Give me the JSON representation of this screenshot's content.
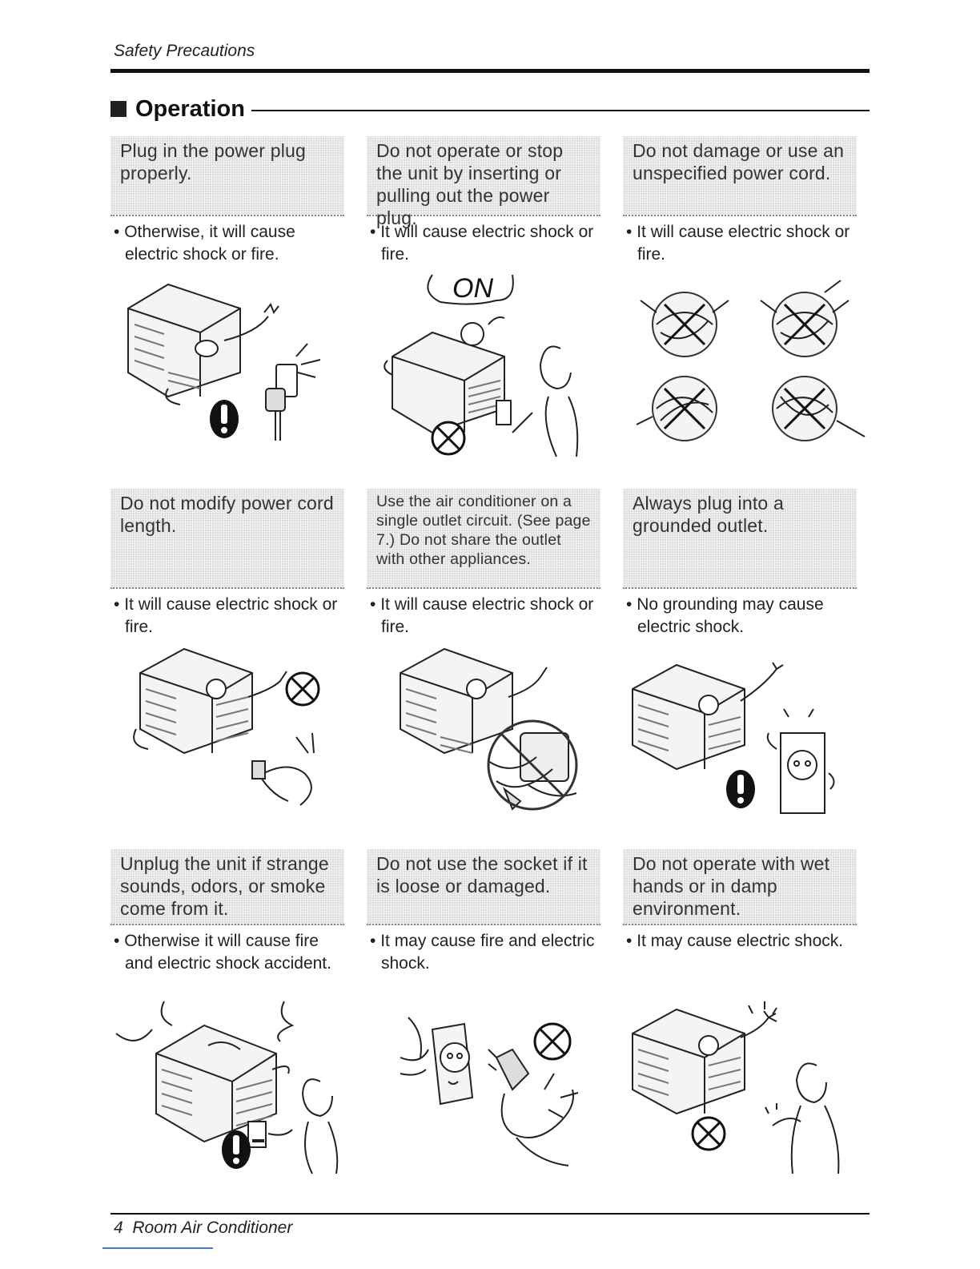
{
  "header": {
    "section_label": "Safety Precautions"
  },
  "section": {
    "title": "Operation"
  },
  "cells": [
    {
      "banner": "Plug in the power plug properly.",
      "text": "Otherwise, it will cause electric shock or fire.",
      "illustration": "ac-unit-with-wall-plug-warning",
      "symbol": "exclamation-icon"
    },
    {
      "banner": "Do not operate or stop the unit by inserting or pulling out the power plug.",
      "text": "It will cause electric shock or fire.",
      "illustration": "woman-pulling-plug-on",
      "symbol": "prohibited-icon",
      "callout": "ON"
    },
    {
      "banner": "Do not damage or use an unspecified power cord.",
      "text": "It will cause electric shock or fire.",
      "illustration": "damaged-power-cords",
      "symbol": "prohibited-icon"
    },
    {
      "banner": "Do not modify power cord length.",
      "text": "It will cause electric shock or fire.",
      "illustration": "ac-unit-extended-cord",
      "symbol": "prohibited-icon"
    },
    {
      "banner": "Use the air conditioner on a single outlet circuit. (See page 7.) Do not share the outlet with other appliances.",
      "text": "It will cause electric shock or fire.",
      "illustration": "ac-unit-shared-outlet",
      "symbol": "prohibited-icon"
    },
    {
      "banner": "Always plug into a grounded outlet.",
      "text": "No grounding may cause electric shock.",
      "illustration": "ac-unit-grounded-outlet",
      "symbol": "exclamation-icon"
    },
    {
      "banner": "Unplug the unit if strange sounds, odors, or smoke come from it.",
      "text": "Otherwise it will cause fire and electric shock accident.",
      "illustration": "smoking-ac-unit-woman-unplugging",
      "symbol": "exclamation-icon"
    },
    {
      "banner": "Do not use the socket if it is loose or damaged.",
      "text": "It may cause fire and electric shock.",
      "illustration": "damaged-socket-plug",
      "symbol": "prohibited-icon"
    },
    {
      "banner": "Do not operate with wet hands or in damp environment.",
      "text": "It may cause electric shock.",
      "illustration": "woman-wet-hands-ac-unit",
      "symbol": "prohibited-icon"
    }
  ],
  "footer": {
    "page_number": "4",
    "title": "Room Air Conditioner"
  }
}
